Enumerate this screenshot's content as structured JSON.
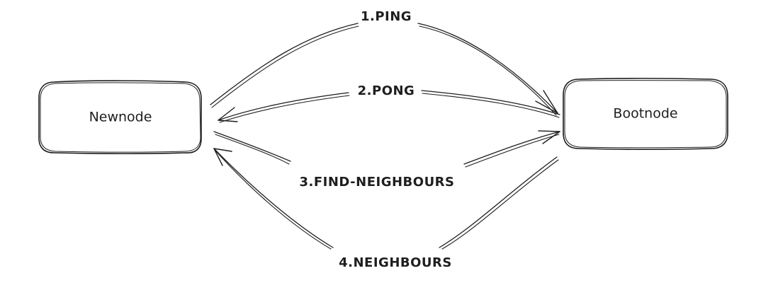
{
  "nodes": {
    "newnode": "Newnode",
    "bootnode": "Bootnode"
  },
  "edges": [
    {
      "label": "1.PING",
      "from": "Newnode",
      "to": "Bootnode"
    },
    {
      "label": "2.PONG",
      "from": "Bootnode",
      "to": "Newnode"
    },
    {
      "label": "3.FIND-NEIGHBOURS",
      "from": "Newnode",
      "to": "Bootnode"
    },
    {
      "label": "4.NEIGHBOURS",
      "from": "Bootnode",
      "to": "Newnode"
    }
  ],
  "colors": {
    "stroke": "#1e1e1e",
    "background": "#ffffff"
  }
}
